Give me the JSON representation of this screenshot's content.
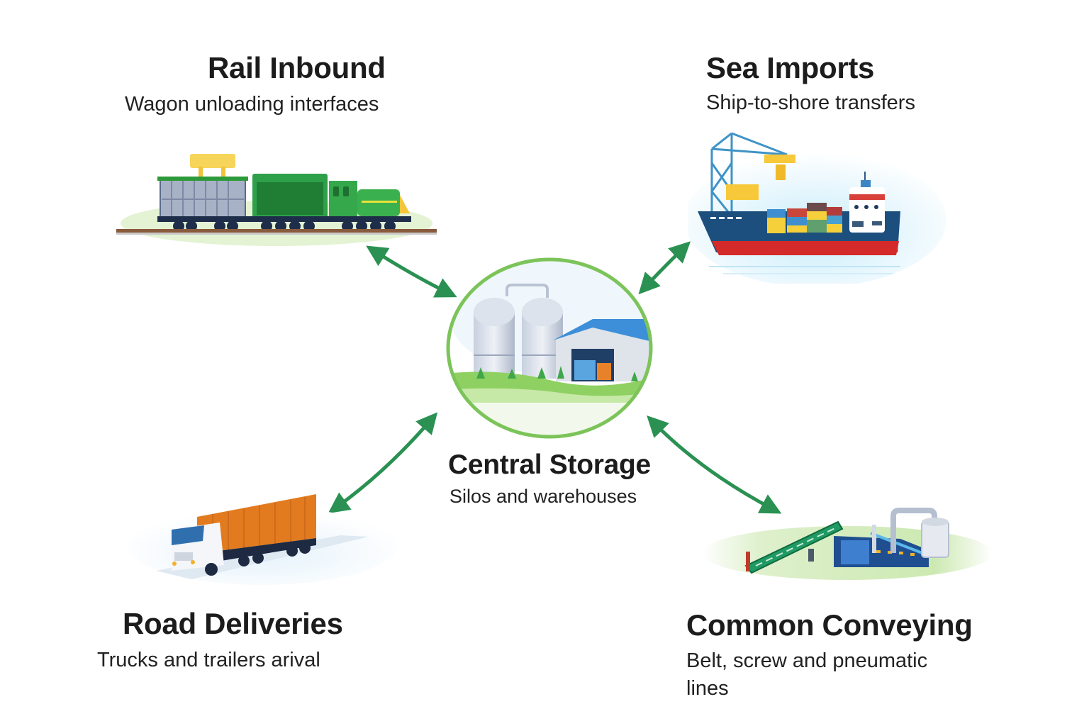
{
  "diagram": {
    "center": {
      "title": "Central Storage",
      "subtitle": "Silos and warehouses",
      "icon": "silos-warehouse-illustration"
    },
    "nodes": [
      {
        "id": "rail",
        "title": "Rail Inbound",
        "subtitle": "Wagon unloading interfaces",
        "icon": "freight-train-illustration",
        "position": "top-left"
      },
      {
        "id": "sea",
        "title": "Sea Imports",
        "subtitle": "Ship-to-shore transfers",
        "icon": "container-ship-crane-illustration",
        "position": "top-right"
      },
      {
        "id": "road",
        "title": "Road Deliveries",
        "subtitle": "Trucks and trailers arival",
        "icon": "truck-trailer-illustration",
        "position": "bottom-left"
      },
      {
        "id": "convey",
        "title": "Common Conveying",
        "subtitle_line1": "Belt, screw and pneumatic",
        "subtitle_line2": "lines",
        "icon": "conveyor-plant-illustration",
        "position": "bottom-right"
      }
    ],
    "connections": [
      {
        "from": "rail",
        "to": "center",
        "direction": "bidirectional"
      },
      {
        "from": "sea",
        "to": "center",
        "direction": "bidirectional"
      },
      {
        "from": "road",
        "to": "center",
        "direction": "bidirectional"
      },
      {
        "from": "convey",
        "to": "center",
        "direction": "bidirectional"
      }
    ],
    "colors": {
      "arrow": "#2a9152",
      "ring": "#7cc45a",
      "text": "#1c1c1c"
    }
  }
}
